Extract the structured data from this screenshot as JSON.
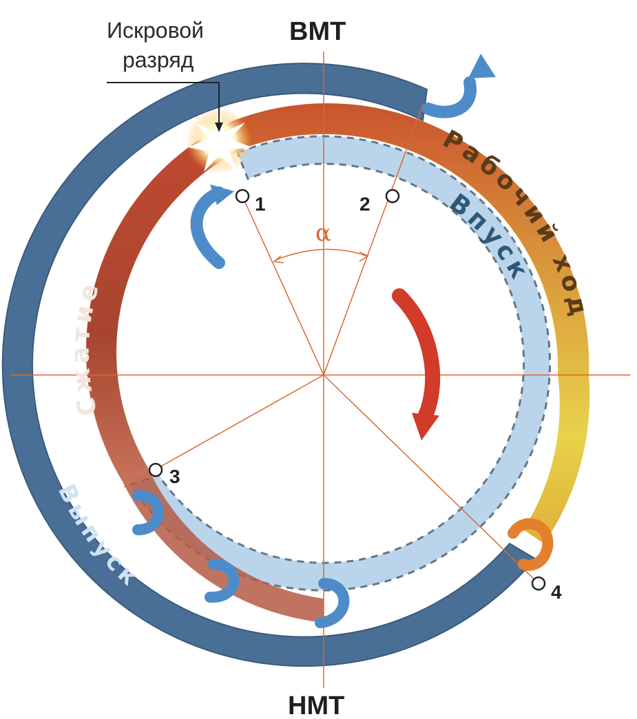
{
  "labels": {
    "tdc": "ВМТ",
    "bdc": "НМТ",
    "spark_line1": "Искровой",
    "spark_line2": "разряд",
    "alpha": "α",
    "compression": "Сжатие",
    "power_stroke": "Рабочий ход",
    "intake": "Впуск",
    "exhaust": "Выпуск"
  },
  "points": [
    {
      "id": "p1",
      "label": "1"
    },
    {
      "id": "p2",
      "label": "2"
    },
    {
      "id": "p3",
      "label": "3"
    },
    {
      "id": "p4",
      "label": "4"
    }
  ],
  "colors": {
    "axis": "#d9682e",
    "outer_band": "#4a6f96",
    "compression": "#b8472e",
    "power_stroke": "#d9943a",
    "power_stroke_end": "#e8d24a",
    "intake": "#a9cbe6",
    "exhaust_text": "#cfe3f3",
    "rotation_arrow": "#d23a2a",
    "blue_arrow": "#4e8cc9",
    "orange_arrow": "#e37f2d"
  },
  "icons": {
    "spark": "spark-icon",
    "rotation": "rotation-arrow-icon",
    "flow": "flow-arrow-icon"
  }
}
